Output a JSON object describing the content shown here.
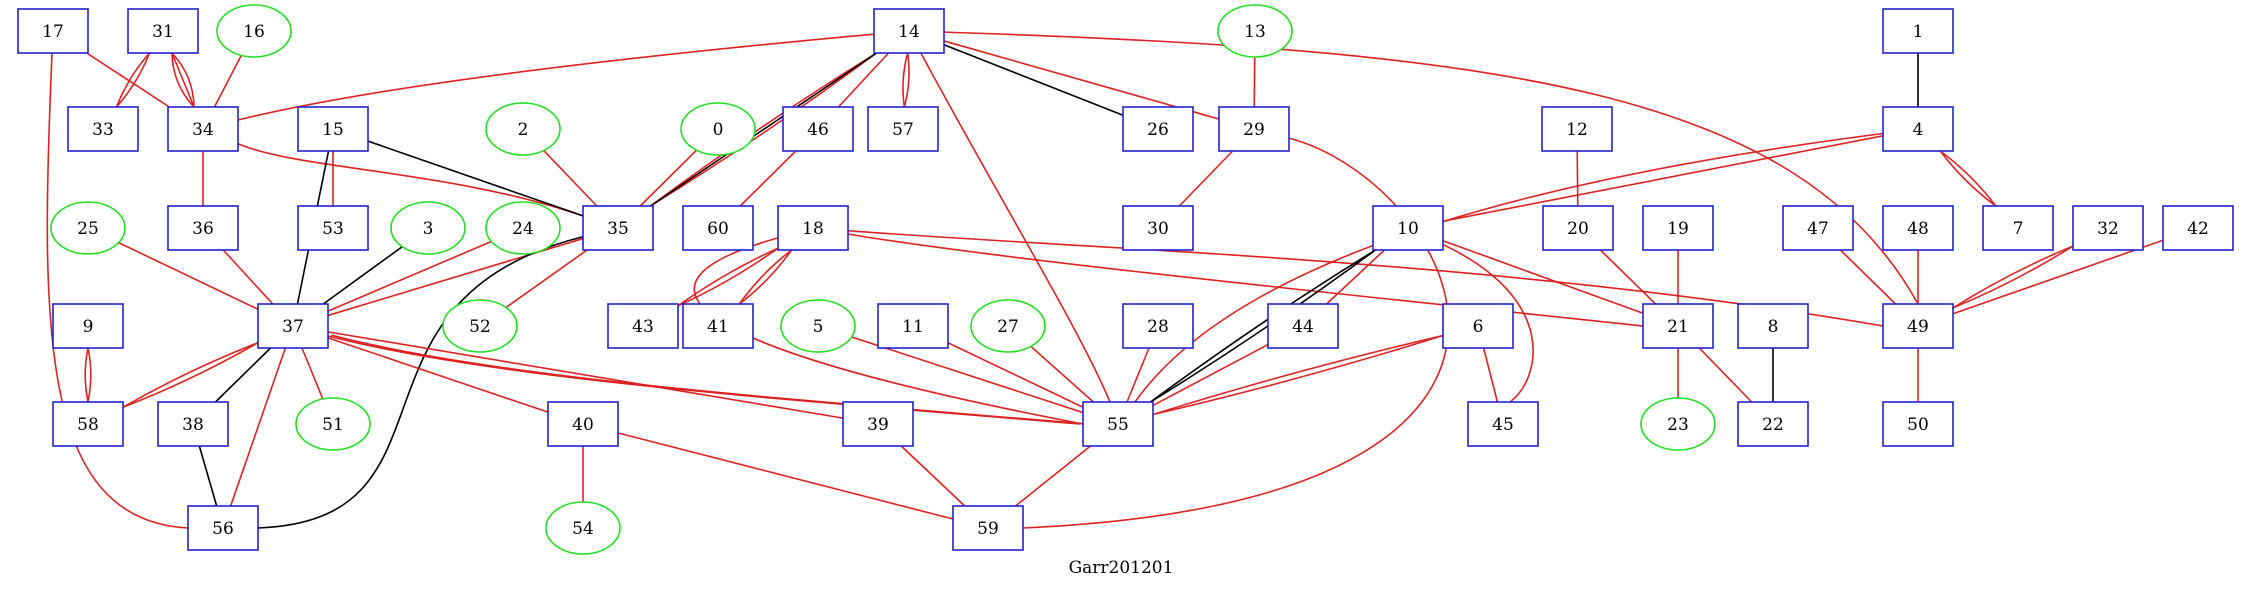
{
  "diagram": {
    "title": "Garr201201",
    "colors": {
      "box_node": "#2222cc",
      "ellipse_node": "#22dd22",
      "red_edge": "#dd2222",
      "black_edge": "#000000"
    },
    "nodes": [
      {
        "id": "17",
        "shape": "box"
      },
      {
        "id": "31",
        "shape": "box"
      },
      {
        "id": "16",
        "shape": "ellipse"
      },
      {
        "id": "14",
        "shape": "box"
      },
      {
        "id": "13",
        "shape": "ellipse"
      },
      {
        "id": "1",
        "shape": "box"
      },
      {
        "id": "33",
        "shape": "box"
      },
      {
        "id": "34",
        "shape": "box"
      },
      {
        "id": "15",
        "shape": "box"
      },
      {
        "id": "2",
        "shape": "ellipse"
      },
      {
        "id": "0",
        "shape": "ellipse"
      },
      {
        "id": "46",
        "shape": "box"
      },
      {
        "id": "57",
        "shape": "box"
      },
      {
        "id": "26",
        "shape": "box"
      },
      {
        "id": "29",
        "shape": "box"
      },
      {
        "id": "12",
        "shape": "box"
      },
      {
        "id": "4",
        "shape": "box"
      },
      {
        "id": "25",
        "shape": "ellipse"
      },
      {
        "id": "36",
        "shape": "box"
      },
      {
        "id": "53",
        "shape": "box"
      },
      {
        "id": "3",
        "shape": "ellipse"
      },
      {
        "id": "24",
        "shape": "ellipse"
      },
      {
        "id": "35",
        "shape": "box"
      },
      {
        "id": "60",
        "shape": "box"
      },
      {
        "id": "18",
        "shape": "box"
      },
      {
        "id": "30",
        "shape": "box"
      },
      {
        "id": "10",
        "shape": "box"
      },
      {
        "id": "20",
        "shape": "box"
      },
      {
        "id": "19",
        "shape": "box"
      },
      {
        "id": "47",
        "shape": "box"
      },
      {
        "id": "48",
        "shape": "box"
      },
      {
        "id": "7",
        "shape": "box"
      },
      {
        "id": "32",
        "shape": "box"
      },
      {
        "id": "42",
        "shape": "box"
      },
      {
        "id": "9",
        "shape": "box"
      },
      {
        "id": "37",
        "shape": "box"
      },
      {
        "id": "52",
        "shape": "ellipse"
      },
      {
        "id": "43",
        "shape": "box"
      },
      {
        "id": "41",
        "shape": "box"
      },
      {
        "id": "5",
        "shape": "ellipse"
      },
      {
        "id": "11",
        "shape": "box"
      },
      {
        "id": "27",
        "shape": "ellipse"
      },
      {
        "id": "28",
        "shape": "box"
      },
      {
        "id": "44",
        "shape": "box"
      },
      {
        "id": "6",
        "shape": "box"
      },
      {
        "id": "21",
        "shape": "box"
      },
      {
        "id": "8",
        "shape": "box"
      },
      {
        "id": "49",
        "shape": "box"
      },
      {
        "id": "58",
        "shape": "box"
      },
      {
        "id": "38",
        "shape": "box"
      },
      {
        "id": "51",
        "shape": "ellipse"
      },
      {
        "id": "40",
        "shape": "box"
      },
      {
        "id": "39",
        "shape": "box"
      },
      {
        "id": "55",
        "shape": "box"
      },
      {
        "id": "45",
        "shape": "box"
      },
      {
        "id": "23",
        "shape": "ellipse"
      },
      {
        "id": "22",
        "shape": "box"
      },
      {
        "id": "50",
        "shape": "box"
      },
      {
        "id": "56",
        "shape": "box"
      },
      {
        "id": "59",
        "shape": "box"
      },
      {
        "id": "54",
        "shape": "ellipse"
      }
    ],
    "edges": [
      {
        "from": "17",
        "to": "34",
        "color": "red"
      },
      {
        "from": "17",
        "to": "56",
        "color": "red"
      },
      {
        "from": "31",
        "to": "33",
        "color": "red",
        "count": 2
      },
      {
        "from": "31",
        "to": "34",
        "color": "red",
        "count": 3
      },
      {
        "from": "16",
        "to": "34",
        "color": "red"
      },
      {
        "from": "14",
        "to": "34",
        "color": "red"
      },
      {
        "from": "14",
        "to": "35",
        "color": "red",
        "count": 2
      },
      {
        "from": "14",
        "to": "35",
        "color": "black"
      },
      {
        "from": "14",
        "to": "46",
        "color": "red"
      },
      {
        "from": "14",
        "to": "57",
        "color": "red",
        "count": 2
      },
      {
        "from": "14",
        "to": "26",
        "color": "black"
      },
      {
        "from": "14",
        "to": "29",
        "color": "red"
      },
      {
        "from": "14",
        "to": "49",
        "color": "red"
      },
      {
        "from": "14",
        "to": "55",
        "color": "red"
      },
      {
        "from": "13",
        "to": "29",
        "color": "red"
      },
      {
        "from": "1",
        "to": "4",
        "color": "black"
      },
      {
        "from": "34",
        "to": "36",
        "color": "red"
      },
      {
        "from": "34",
        "to": "35",
        "color": "red"
      },
      {
        "from": "15",
        "to": "53",
        "color": "red"
      },
      {
        "from": "15",
        "to": "35",
        "color": "black"
      },
      {
        "from": "15",
        "to": "37",
        "color": "black"
      },
      {
        "from": "2",
        "to": "35",
        "color": "red"
      },
      {
        "from": "0",
        "to": "35",
        "color": "red"
      },
      {
        "from": "46",
        "to": "60",
        "color": "red"
      },
      {
        "from": "29",
        "to": "30",
        "color": "red"
      },
      {
        "from": "29",
        "to": "59",
        "color": "red"
      },
      {
        "from": "12",
        "to": "20",
        "color": "red"
      },
      {
        "from": "4",
        "to": "7",
        "color": "red",
        "count": 2
      },
      {
        "from": "4",
        "to": "10",
        "color": "red"
      },
      {
        "from": "4",
        "to": "55",
        "color": "red"
      },
      {
        "from": "25",
        "to": "37",
        "color": "red"
      },
      {
        "from": "36",
        "to": "37",
        "color": "red"
      },
      {
        "from": "3",
        "to": "37",
        "color": "black"
      },
      {
        "from": "24",
        "to": "37",
        "color": "red"
      },
      {
        "from": "35",
        "to": "37",
        "color": "red"
      },
      {
        "from": "35",
        "to": "52",
        "color": "red"
      },
      {
        "from": "35",
        "to": "56",
        "color": "black"
      },
      {
        "from": "18",
        "to": "43",
        "color": "red",
        "count": 2
      },
      {
        "from": "18",
        "to": "41",
        "color": "red",
        "count": 2
      },
      {
        "from": "18",
        "to": "55",
        "color": "red"
      },
      {
        "from": "18",
        "to": "21",
        "color": "red"
      },
      {
        "from": "18",
        "to": "49",
        "color": "red"
      },
      {
        "from": "10",
        "to": "44",
        "color": "red"
      },
      {
        "from": "10",
        "to": "55",
        "color": "black",
        "count": 2
      },
      {
        "from": "10",
        "to": "21",
        "color": "red"
      },
      {
        "from": "10",
        "to": "45",
        "color": "red"
      },
      {
        "from": "20",
        "to": "21",
        "color": "red"
      },
      {
        "from": "19",
        "to": "21",
        "color": "red"
      },
      {
        "from": "47",
        "to": "49",
        "color": "red"
      },
      {
        "from": "48",
        "to": "49",
        "color": "red"
      },
      {
        "from": "32",
        "to": "49",
        "color": "red",
        "count": 2
      },
      {
        "from": "42",
        "to": "49",
        "color": "red"
      },
      {
        "from": "9",
        "to": "58",
        "color": "red",
        "count": 2
      },
      {
        "from": "37",
        "to": "58",
        "color": "red",
        "count": 2
      },
      {
        "from": "37",
        "to": "38",
        "color": "black"
      },
      {
        "from": "37",
        "to": "51",
        "color": "red"
      },
      {
        "from": "37",
        "to": "56",
        "color": "red"
      },
      {
        "from": "37",
        "to": "40",
        "color": "red"
      },
      {
        "from": "37",
        "to": "39",
        "color": "red"
      },
      {
        "from": "37",
        "to": "55",
        "color": "red",
        "count": 2
      },
      {
        "from": "5",
        "to": "55",
        "color": "red"
      },
      {
        "from": "11",
        "to": "55",
        "color": "red"
      },
      {
        "from": "27",
        "to": "55",
        "color": "red"
      },
      {
        "from": "28",
        "to": "55",
        "color": "red"
      },
      {
        "from": "44",
        "to": "55",
        "color": "red"
      },
      {
        "from": "6",
        "to": "55",
        "color": "red",
        "count": 2
      },
      {
        "from": "6",
        "to": "45",
        "color": "red"
      },
      {
        "from": "21",
        "to": "23",
        "color": "red"
      },
      {
        "from": "21",
        "to": "22",
        "color": "red"
      },
      {
        "from": "8",
        "to": "22",
        "color": "black"
      },
      {
        "from": "49",
        "to": "50",
        "color": "red"
      },
      {
        "from": "38",
        "to": "56",
        "color": "black"
      },
      {
        "from": "40",
        "to": "54",
        "color": "red"
      },
      {
        "from": "40",
        "to": "59",
        "color": "red"
      },
      {
        "from": "39",
        "to": "59",
        "color": "red"
      },
      {
        "from": "55",
        "to": "59",
        "color": "red"
      }
    ]
  }
}
